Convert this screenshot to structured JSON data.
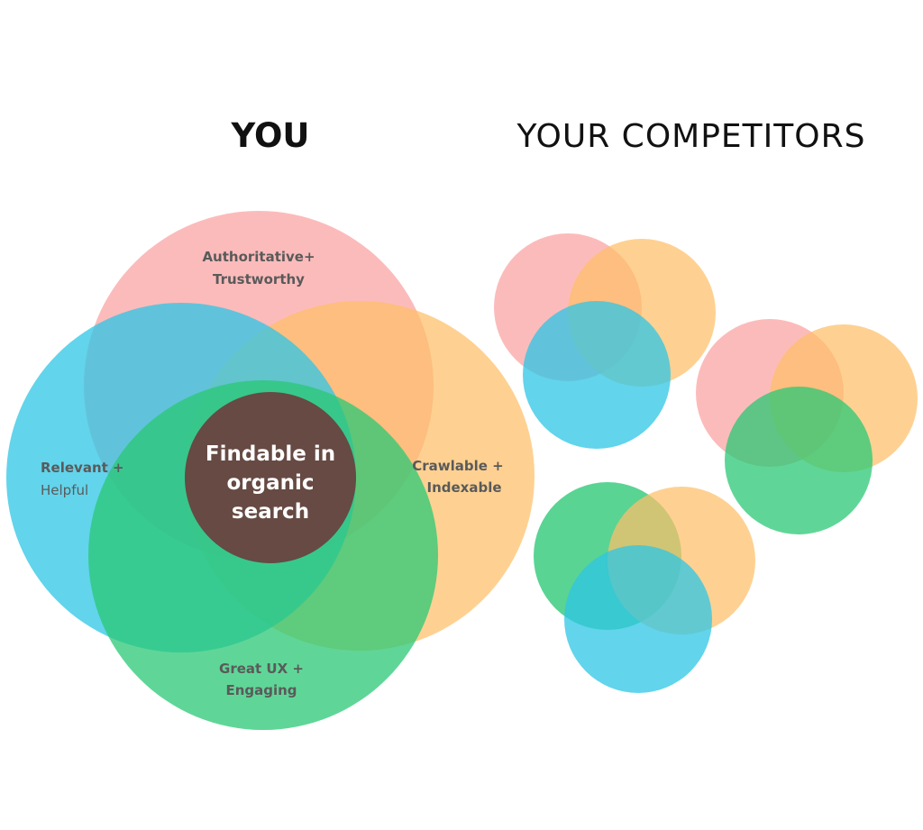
{
  "headings": {
    "you": "YOU",
    "competitors": "YOUR COMPETITORS"
  },
  "colors": {
    "pink": "#fba8a8",
    "orange": "#fdbf68",
    "blue": "#2ec6e5",
    "green": "#2ac874",
    "core": "#664a43",
    "core_text": "#ffffff",
    "label_text": "#5a5a5a"
  },
  "you_diagram": {
    "circles": [
      {
        "key": "authoritative",
        "color": "pink",
        "line1": "Authoritative+",
        "line2": "Trustworthy"
      },
      {
        "key": "crawlable",
        "color": "orange",
        "line1": "Crawlable +",
        "line2": "Indexable"
      },
      {
        "key": "relevant",
        "color": "blue",
        "line1": "Relevant +",
        "line2": "Helpful"
      },
      {
        "key": "great-ux",
        "color": "green",
        "line1": "Great UX +",
        "line2": "Engaging"
      }
    ],
    "core": {
      "line1": "Findable in",
      "line2": "organic",
      "line3": "search"
    }
  },
  "competitor_groups": [
    {
      "key": "competitor-a",
      "colors": [
        "pink",
        "orange",
        "blue"
      ]
    },
    {
      "key": "competitor-b",
      "colors": [
        "pink",
        "orange",
        "green"
      ]
    },
    {
      "key": "competitor-c",
      "colors": [
        "green",
        "orange",
        "blue"
      ]
    }
  ]
}
